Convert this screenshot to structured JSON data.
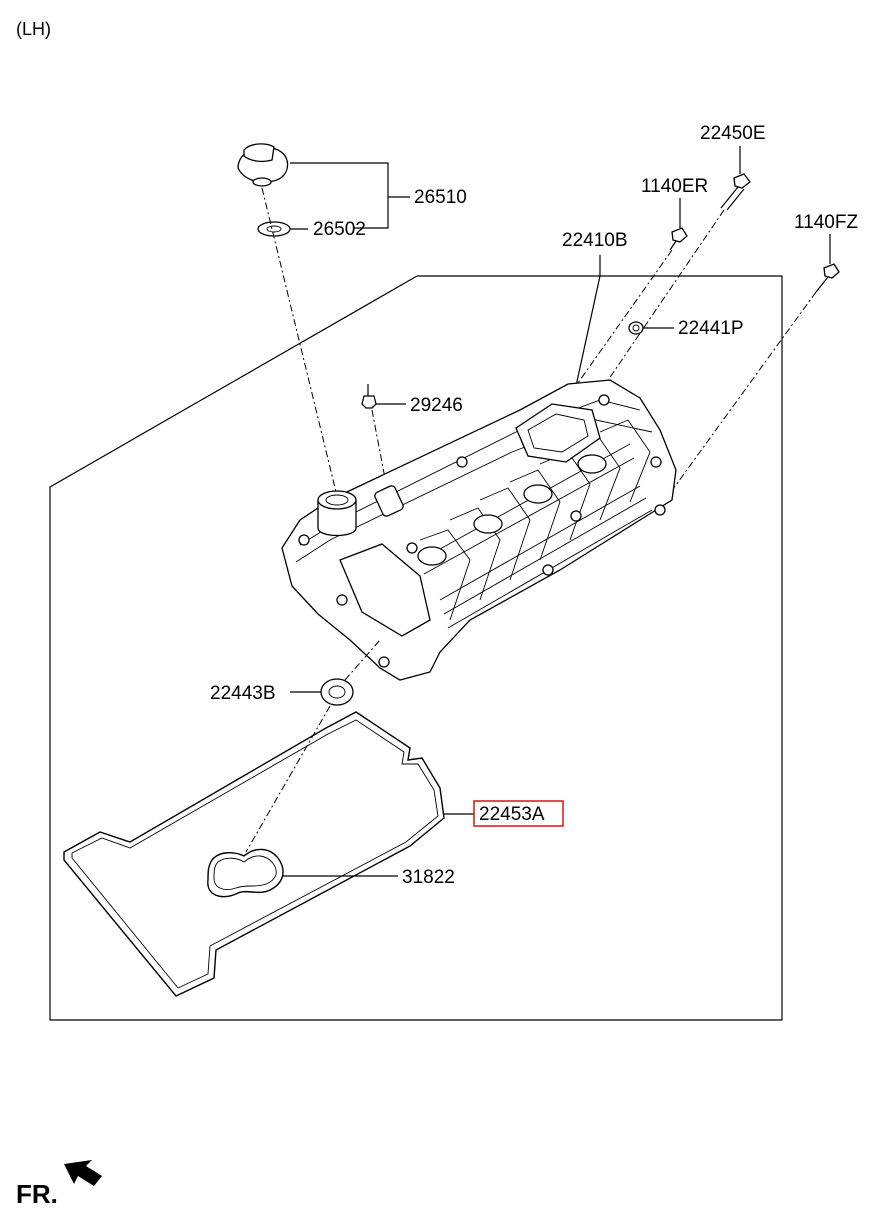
{
  "side_label": "(LH)",
  "front_label": "FR.",
  "highlight_color": "#e0201e",
  "parts": {
    "p26510": "26510",
    "p26502": "26502",
    "p22410B": "22410B",
    "p22450E": "22450E",
    "p1140ER": "1140ER",
    "p1140FZ": "1140FZ",
    "p22441P": "22441P",
    "p29246": "29246",
    "p22443B": "22443B",
    "p22453A": "22453A",
    "p31822": "31822"
  },
  "highlighted_part": "22453A"
}
